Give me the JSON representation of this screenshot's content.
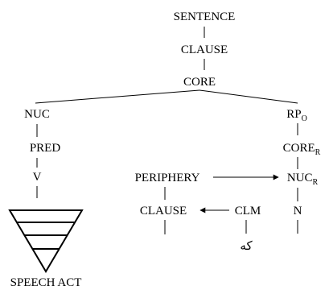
{
  "diagram": {
    "nodes": {
      "sentence": "SENTENCE",
      "clause_top": "CLAUSE",
      "core": "CORE",
      "nuc": "NUC",
      "rp": {
        "text": "RP",
        "sub": "O"
      },
      "pred": "PRED",
      "core_r": {
        "text": "CORE",
        "sub": "R"
      },
      "v": "V",
      "periphery": "PERIPHERY",
      "nuc_r": {
        "text": "NUC",
        "sub": "R"
      },
      "clause_bottom": "CLAUSE",
      "clm": "CLM",
      "n": "N",
      "clm_word": "که",
      "speech_act": "SPEECH ACT"
    },
    "colors": {
      "ink": "#000000",
      "background": "#ffffff"
    }
  }
}
